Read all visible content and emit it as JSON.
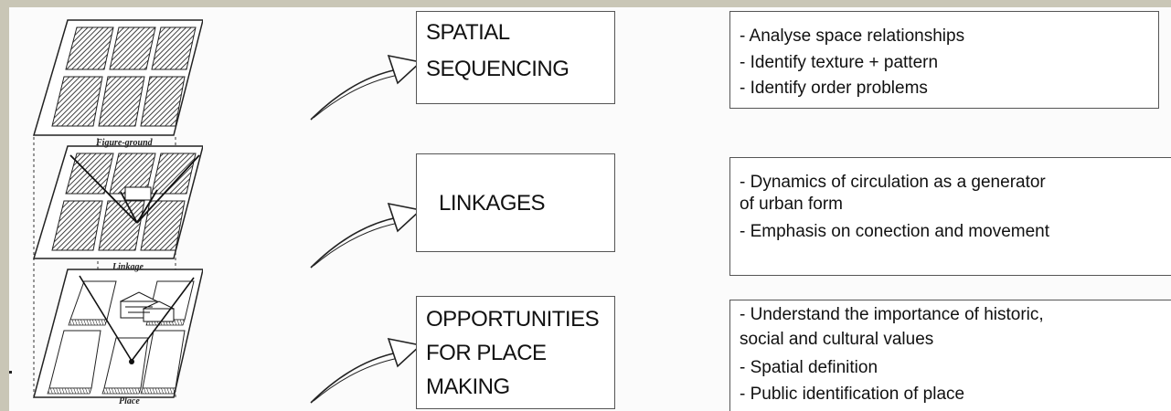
{
  "illustration": {
    "labels": {
      "top": "Figure-ground",
      "middle": "Linkage",
      "bottom": "Place"
    }
  },
  "rows": [
    {
      "category_lines": [
        "SPATIAL",
        "SEQUENCING"
      ],
      "description_lines": [
        "- Analyse space relationships",
        "- Identify texture + pattern",
        "- Identify order problems"
      ]
    },
    {
      "category_lines": [
        "LINKAGES"
      ],
      "description_lines": [
        "- Dynamics of circulation as a generator",
        "  of urban form",
        "- Emphasis on conection and movement"
      ]
    },
    {
      "category_lines": [
        "OPPORTUNITIES",
        "FOR PLACE",
        "MAKING"
      ],
      "description_lines": [
        "- Understand the importance of historic,",
        "  social and cultural values",
        "- Spatial definition",
        "- Public identification of place"
      ]
    }
  ],
  "colors": {
    "background": "#c9c6b6",
    "paper": "#fbfbfb",
    "ink": "#111111"
  }
}
